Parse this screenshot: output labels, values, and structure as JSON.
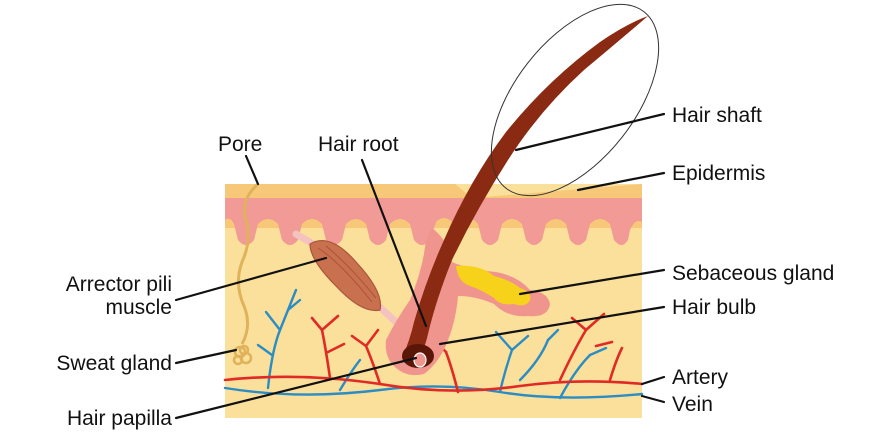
{
  "labels": {
    "hair_shaft": "Hair shaft",
    "epidermis": "Epidermis",
    "sebaceous_gland": "Sebaceous gland",
    "hair_bulb": "Hair bulb",
    "artery": "Artery",
    "vein": "Vein",
    "pore": "Pore",
    "hair_root": "Hair root",
    "arrector_pili_line1": "Arrector pili",
    "arrector_pili_line2": "muscle",
    "sweat_gland": "Sweat gland",
    "hair_papilla": "Hair papilla"
  },
  "colors": {
    "dermis": "#fae09a",
    "epidermis_top": "#f6c878",
    "epidermis_pink": "#f29a96",
    "follicle_pink": "#f0958e",
    "hair": "#8b2a12",
    "hair_dark": "#5a1708",
    "sebaceous": "#f7d21a",
    "muscle": "#c9704e",
    "sweat_gland": "#e0b25c",
    "artery": "#e02a26",
    "vein": "#2c8cc4"
  }
}
